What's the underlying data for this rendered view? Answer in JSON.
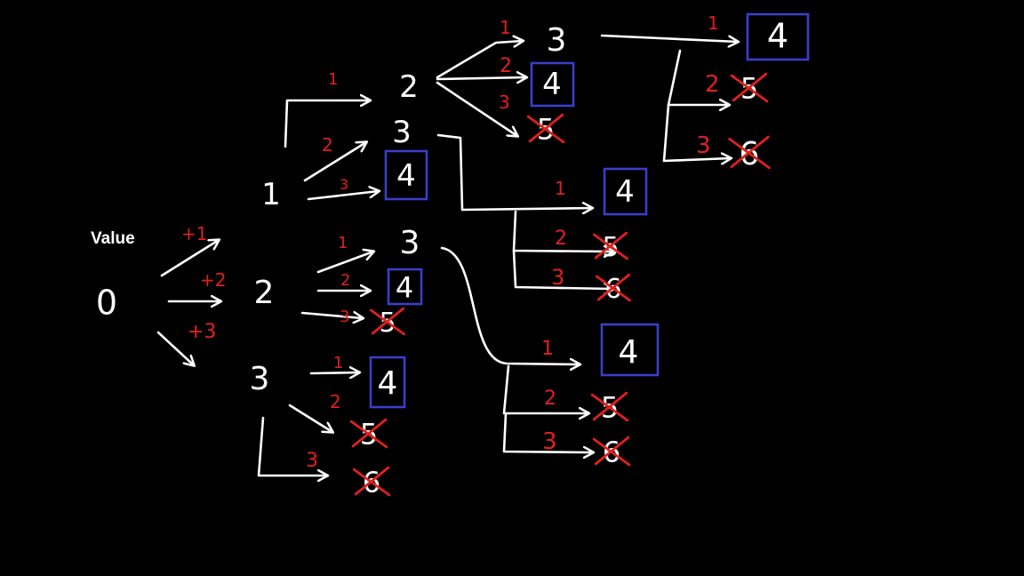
{
  "title_label": "Value",
  "colors": {
    "background": "#000000",
    "stroke": "#ffffff",
    "label": "#e02020",
    "target_box": "#3a3fc8",
    "cross": "#e02020"
  },
  "nodes": [
    {
      "id": "n0",
      "text": "0",
      "state": "normal"
    },
    {
      "id": "n1",
      "text": "1",
      "state": "normal"
    },
    {
      "id": "n2",
      "text": "2",
      "state": "normal"
    },
    {
      "id": "n3",
      "text": "3",
      "state": "normal"
    },
    {
      "id": "n1_2",
      "text": "2",
      "state": "normal"
    },
    {
      "id": "n1_3",
      "text": "3",
      "state": "normal"
    },
    {
      "id": "n1_4",
      "text": "4",
      "state": "target"
    },
    {
      "id": "n1_2_3",
      "text": "3",
      "state": "normal"
    },
    {
      "id": "n1_2_4",
      "text": "4",
      "state": "target"
    },
    {
      "id": "n1_2_5",
      "text": "5",
      "state": "crossed"
    },
    {
      "id": "n1_2_3_4",
      "text": "4",
      "state": "target"
    },
    {
      "id": "n1_2_3_5",
      "text": "5",
      "state": "crossed"
    },
    {
      "id": "n1_2_3_6",
      "text": "6",
      "state": "crossed"
    },
    {
      "id": "n1_3_4",
      "text": "4",
      "state": "target"
    },
    {
      "id": "n1_3_5",
      "text": "5",
      "state": "crossed"
    },
    {
      "id": "n1_3_6",
      "text": "6",
      "state": "crossed"
    },
    {
      "id": "n2_3",
      "text": "3",
      "state": "normal"
    },
    {
      "id": "n2_4",
      "text": "4",
      "state": "target"
    },
    {
      "id": "n2_5",
      "text": "5",
      "state": "crossed"
    },
    {
      "id": "n2_3_4",
      "text": "4",
      "state": "target"
    },
    {
      "id": "n2_3_5",
      "text": "5",
      "state": "crossed"
    },
    {
      "id": "n2_3_6",
      "text": "6",
      "state": "crossed"
    },
    {
      "id": "n3_4",
      "text": "4",
      "state": "target"
    },
    {
      "id": "n3_5",
      "text": "5",
      "state": "crossed"
    },
    {
      "id": "n3_6",
      "text": "6",
      "state": "crossed"
    }
  ],
  "edges": [
    {
      "from": "n0",
      "to": "n1",
      "label": "+1"
    },
    {
      "from": "n0",
      "to": "n2",
      "label": "+2"
    },
    {
      "from": "n0",
      "to": "n3",
      "label": "+3"
    },
    {
      "from": "n1",
      "to": "n1_2",
      "label": "1"
    },
    {
      "from": "n1",
      "to": "n1_3",
      "label": "2"
    },
    {
      "from": "n1",
      "to": "n1_4",
      "label": "3"
    },
    {
      "from": "n1_2",
      "to": "n1_2_3",
      "label": "1"
    },
    {
      "from": "n1_2",
      "to": "n1_2_4",
      "label": "2"
    },
    {
      "from": "n1_2",
      "to": "n1_2_5",
      "label": "3"
    },
    {
      "from": "n1_2_3",
      "to": "n1_2_3_4",
      "label": "1"
    },
    {
      "from": "n1_2_3",
      "to": "n1_2_3_5",
      "label": "2"
    },
    {
      "from": "n1_2_3",
      "to": "n1_2_3_6",
      "label": "3"
    },
    {
      "from": "n1_3",
      "to": "n1_3_4",
      "label": "1"
    },
    {
      "from": "n1_3",
      "to": "n1_3_5",
      "label": "2"
    },
    {
      "from": "n1_3",
      "to": "n1_3_6",
      "label": "3"
    },
    {
      "from": "n2",
      "to": "n2_3",
      "label": "1"
    },
    {
      "from": "n2",
      "to": "n2_4",
      "label": "2"
    },
    {
      "from": "n2",
      "to": "n2_5",
      "label": "3"
    },
    {
      "from": "n2_3",
      "to": "n2_3_4",
      "label": "1"
    },
    {
      "from": "n2_3",
      "to": "n2_3_5",
      "label": "2"
    },
    {
      "from": "n2_3",
      "to": "n2_3_6",
      "label": "3"
    },
    {
      "from": "n3",
      "to": "n3_4",
      "label": "1"
    },
    {
      "from": "n3",
      "to": "n3_5",
      "label": "2"
    },
    {
      "from": "n3",
      "to": "n3_6",
      "label": "3"
    }
  ]
}
